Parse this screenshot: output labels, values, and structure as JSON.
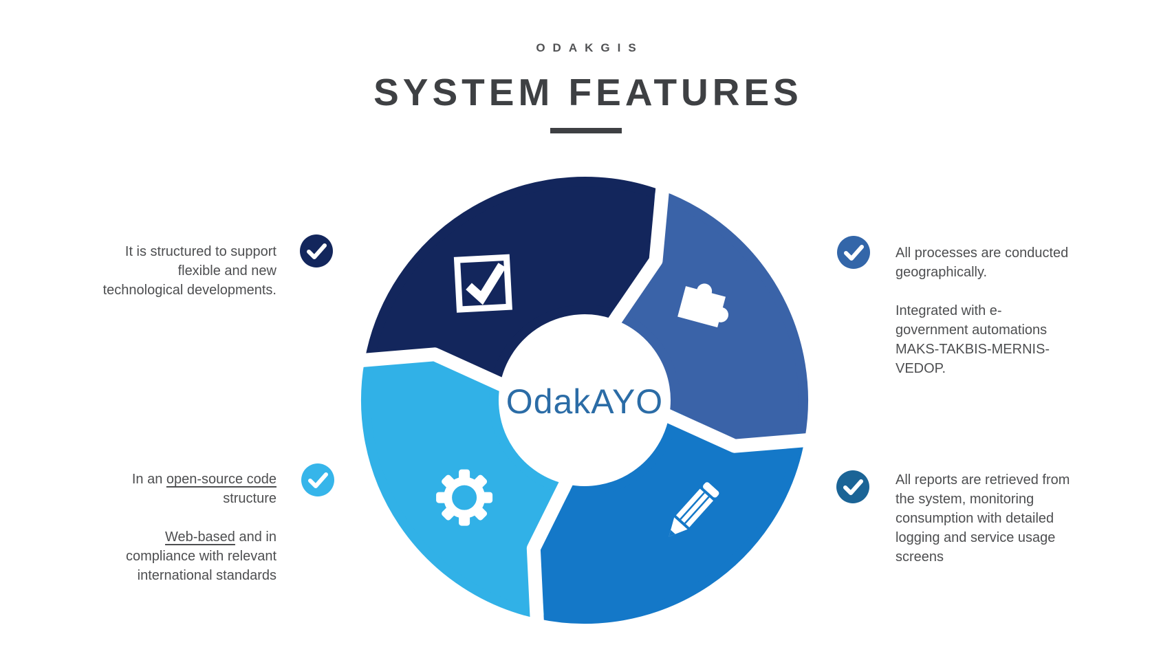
{
  "header": {
    "eyebrow": "ODAKGIS",
    "title": "SYSTEM FEATURES"
  },
  "colors": {
    "title_text": "#3e4043",
    "body_text": "#4d4e50",
    "center_label_text": "#2b6ca6"
  },
  "diagram": {
    "center_label": "OdakAYO",
    "segments": [
      {
        "position": "top-left",
        "icon": "checkbox-icon",
        "color": "#13265c"
      },
      {
        "position": "top-right",
        "icon": "puzzle-icon",
        "color": "#3a63a8"
      },
      {
        "position": "bottom-right",
        "icon": "pencil-icon",
        "color": "#1478c8"
      },
      {
        "position": "bottom-left",
        "icon": "gear-icon",
        "color": "#31b1e7"
      }
    ]
  },
  "features": [
    {
      "id": "flexible-tech",
      "side": "left",
      "check_color": "#13265c",
      "paragraphs": [
        [
          [
            {
              "t": "It is structured to support"
            }
          ],
          [
            {
              "t": "flexible and new"
            }
          ],
          [
            {
              "t": "technological developments."
            }
          ]
        ]
      ]
    },
    {
      "id": "geographic-processes",
      "side": "right",
      "check_color": "#3366a9",
      "paragraphs": [
        [
          [
            {
              "t": "All processes are conducted"
            }
          ],
          [
            {
              "t": "geographically."
            }
          ]
        ],
        [
          [
            {
              "t": "Integrated with e-"
            }
          ],
          [
            {
              "t": "government automations"
            }
          ],
          [
            {
              "t": "MAKS-TAKBIS-MERNIS-"
            }
          ],
          [
            {
              "t": "VEDOP."
            }
          ]
        ]
      ]
    },
    {
      "id": "open-source",
      "side": "left",
      "check_color": "#36b5ea",
      "paragraphs": [
        [
          [
            {
              "t": "In an "
            },
            {
              "t": "open-source code",
              "u": true
            }
          ],
          [
            {
              "t": "structure"
            }
          ]
        ],
        [
          [
            {
              "t": "Web-based",
              "u": true
            },
            {
              "t": " and in"
            }
          ],
          [
            {
              "t": "compliance with relevant"
            }
          ],
          [
            {
              "t": "international standards"
            }
          ]
        ]
      ]
    },
    {
      "id": "reports-logging",
      "side": "right",
      "check_color": "#1b6496",
      "paragraphs": [
        [
          [
            {
              "t": "All reports are retrieved from"
            }
          ],
          [
            {
              "t": "the system, monitoring"
            }
          ],
          [
            {
              "t": "consumption with detailed"
            }
          ],
          [
            {
              "t": "logging and service usage"
            }
          ],
          [
            {
              "t": "screens"
            }
          ]
        ]
      ]
    }
  ]
}
